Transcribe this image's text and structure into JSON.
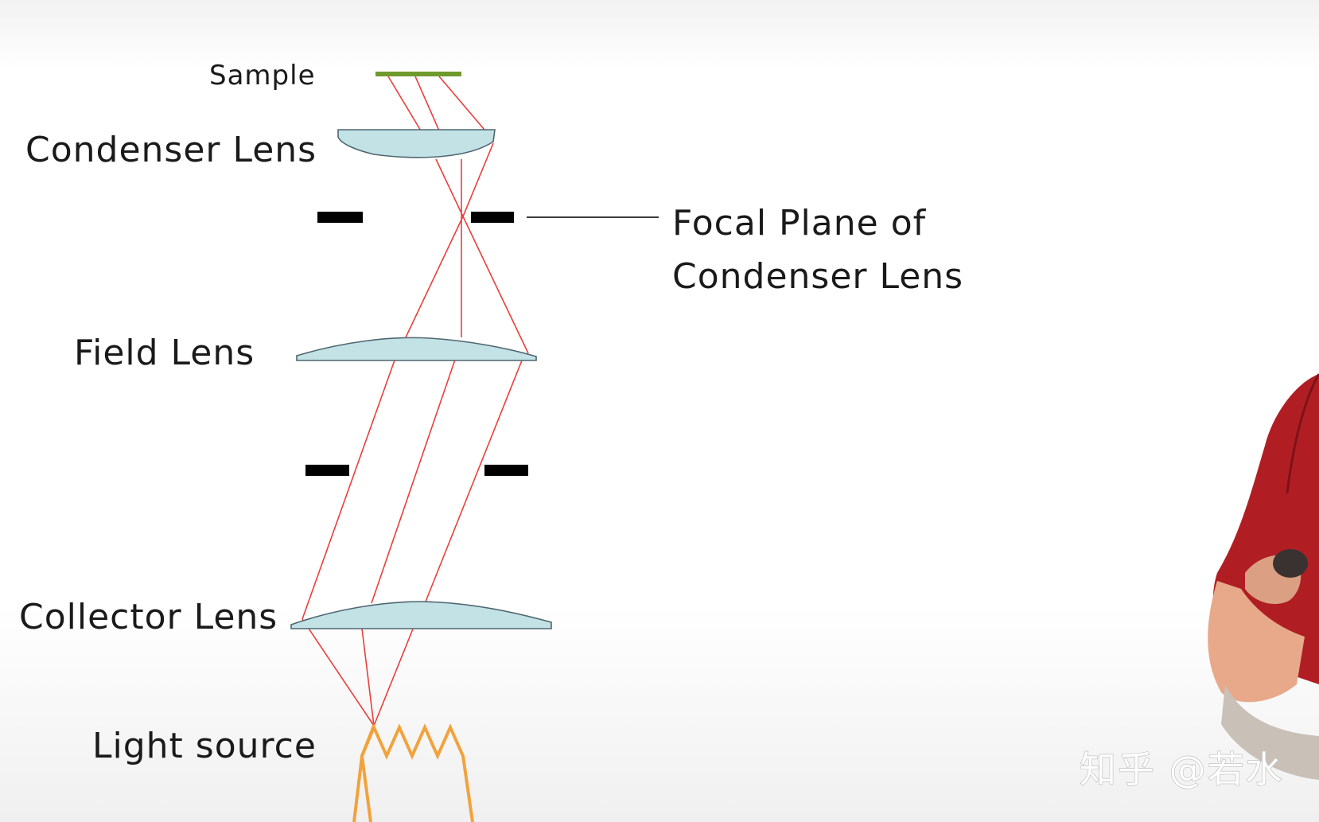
{
  "labels": {
    "sample": "Sample",
    "condenser_lens": "Condenser Lens",
    "focal_plane_line1": "Focal Plane of",
    "focal_plane_line2": "Condenser Lens",
    "field_lens": "Field Lens",
    "collector_lens": "Collector Lens",
    "light_source": "Light source"
  },
  "watermark": "知乎 @若水",
  "colors": {
    "ray": "#e8403c",
    "lens_fill": "#c2e2e6",
    "sample": "#6f9a2e",
    "light_source": "#f2a23c",
    "presenter_shirt": "#b01e24"
  }
}
